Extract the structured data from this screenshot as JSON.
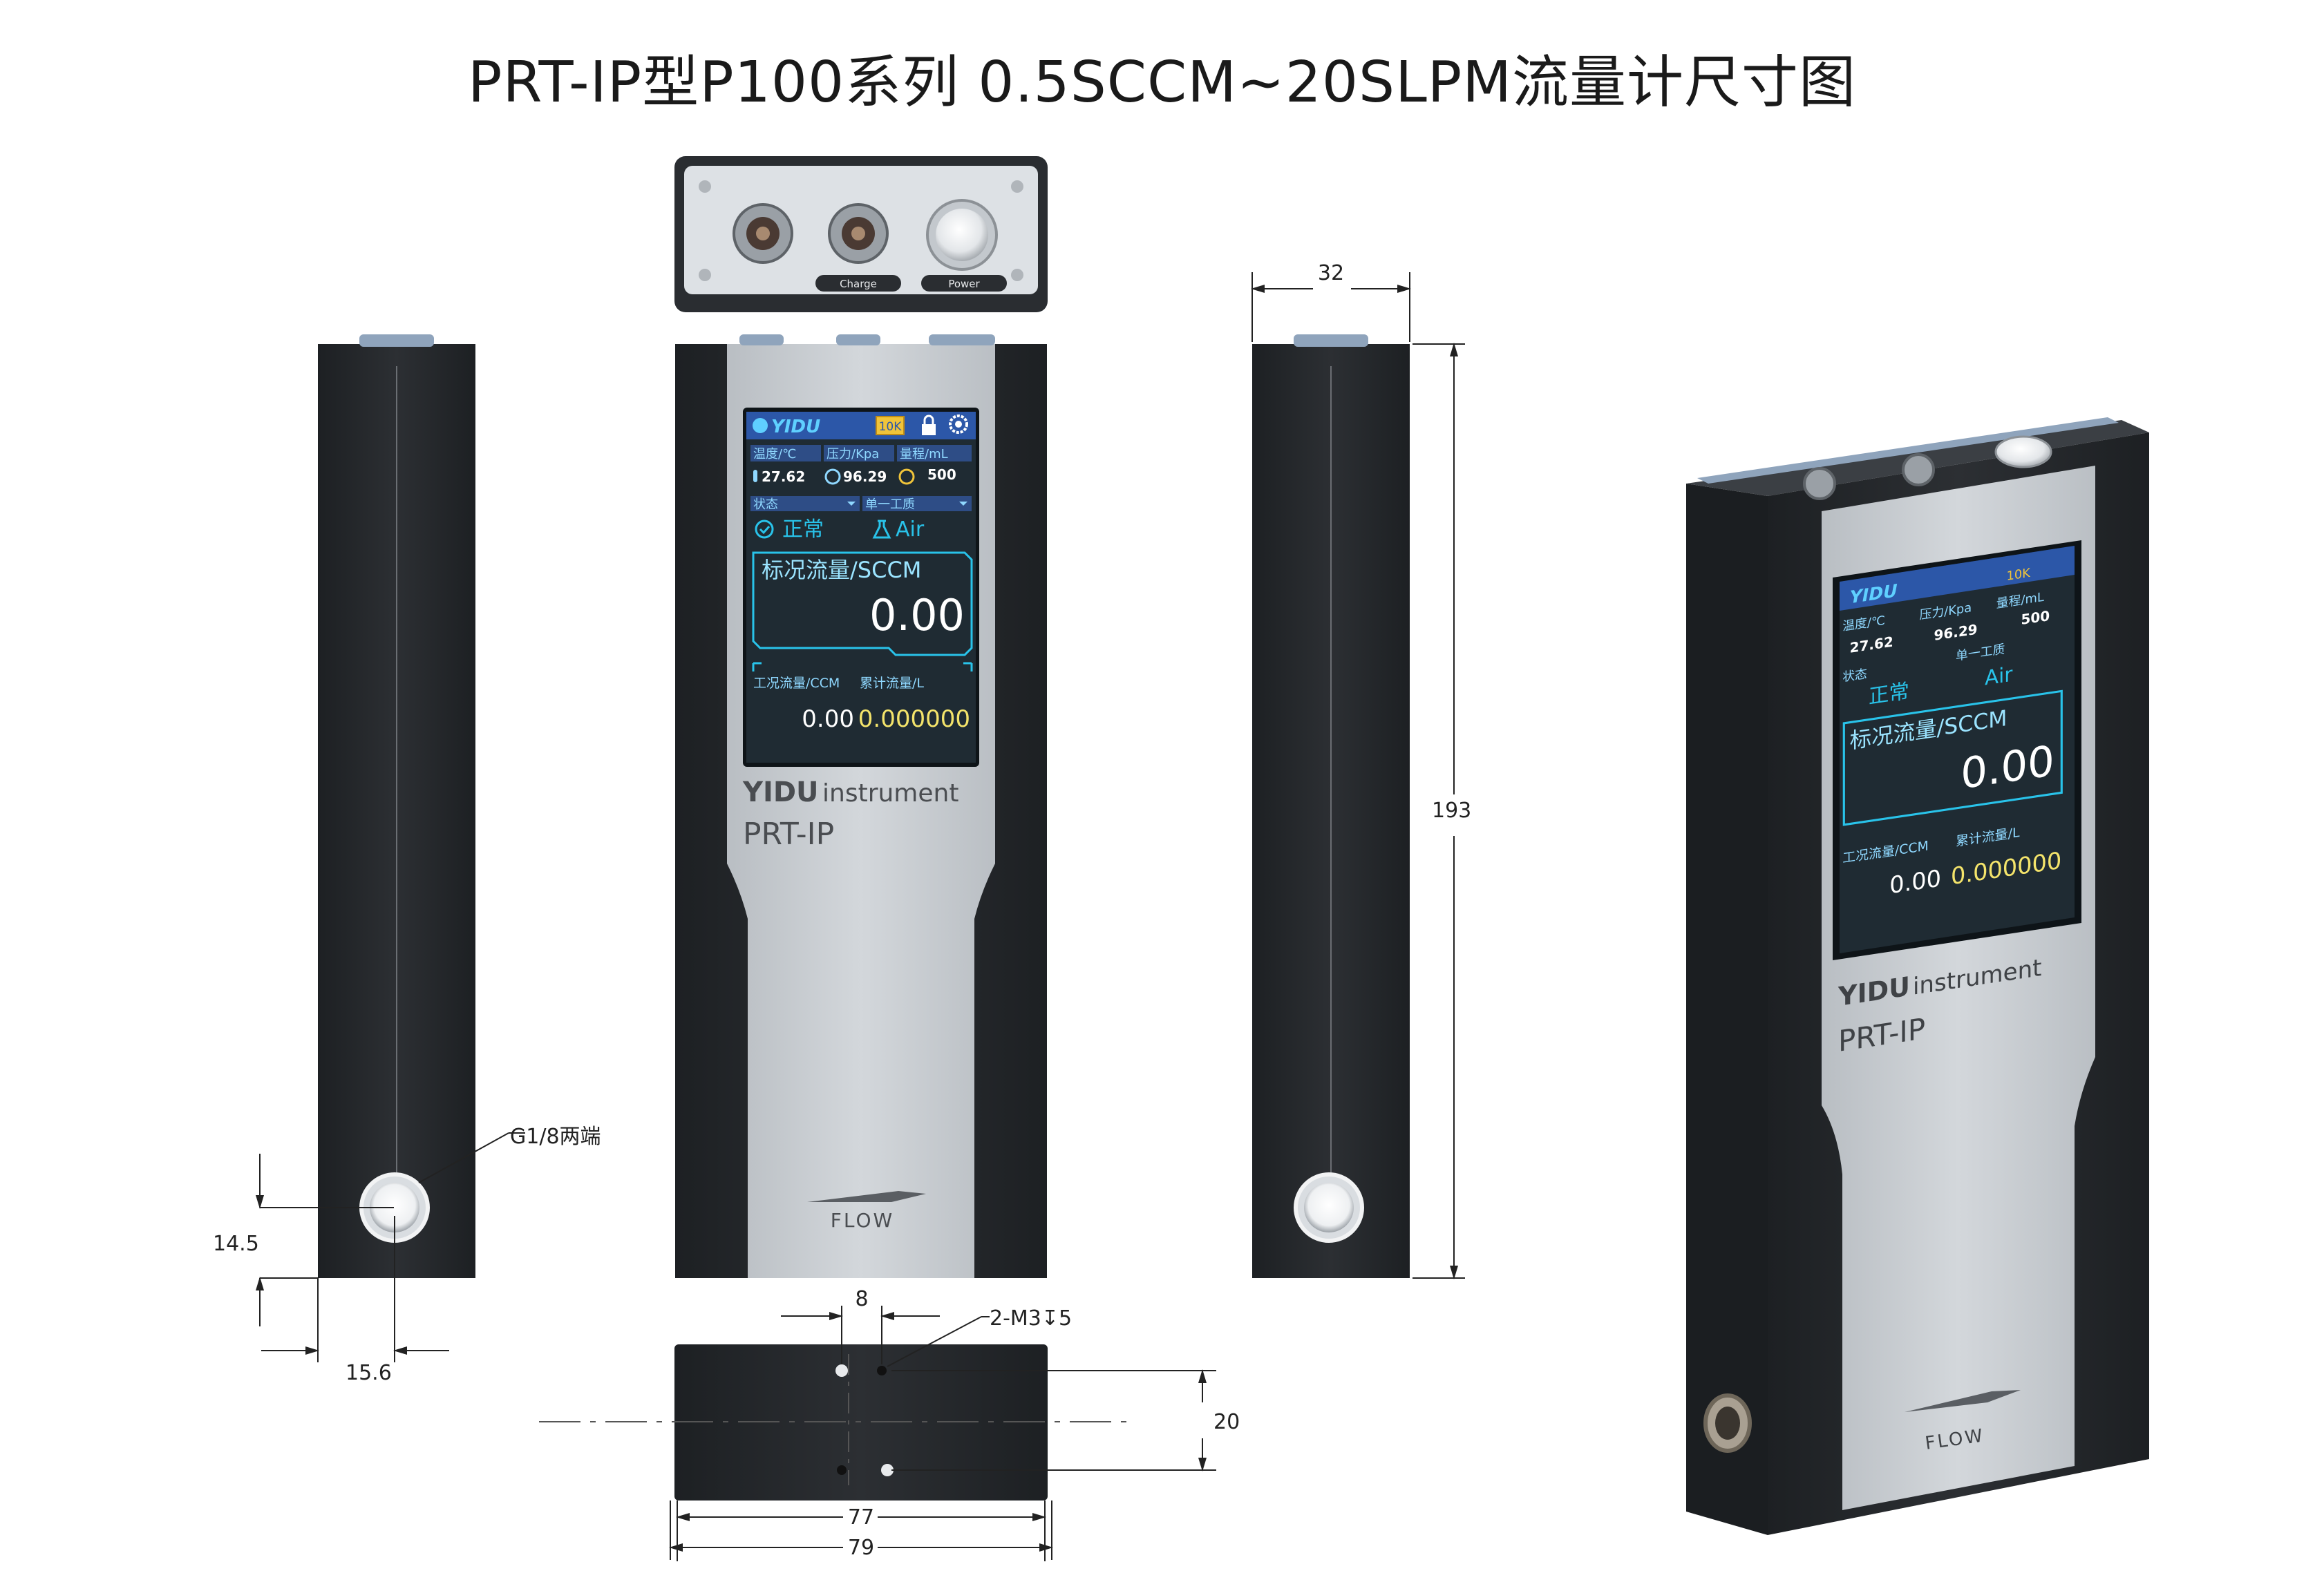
{
  "title": "PRT-IP型P100系列 0.5SCCM~20SLPM流量计尺寸图",
  "connector_labels": {
    "charge": "Charge",
    "power": "Power"
  },
  "port_callout": "G1/8两端",
  "thread_callout": "2-M3↧5",
  "dimensions": {
    "width_side": "32",
    "height": "193",
    "port_height": "14.5",
    "port_offset": "15.6",
    "hole_spacing": "8",
    "hole_pitch": "20",
    "inner_length": "77",
    "overall_length": "79"
  },
  "screen": {
    "brand": "YIDU",
    "badge": "10K",
    "temp_label": "温度/℃",
    "pressure_label": "压力/Kpa",
    "range_label": "量程/mL",
    "temp_value": "27.62",
    "pressure_value": "96.29",
    "range_value": "500",
    "state_label": "状态",
    "mode_label": "单一工质",
    "state_value": "正常",
    "gas_value": "Air",
    "main_label": "标况流量/SCCM",
    "main_value": "0.00",
    "working_label": "工况流量/CCM",
    "total_label": "累计流量/L",
    "working_value": "0.00",
    "total_value": "0.000000"
  },
  "device": {
    "brand_bold": "YIDU",
    "brand_light": "instrument",
    "model": "PRT-IP",
    "flow_mark": "FLOW"
  },
  "colors": {
    "body": "#25282b",
    "panel": "#c7ccd1",
    "screen_bg": "#1f2b33",
    "screen_header": "#2c57a8",
    "accent_cyan": "#29c3ea",
    "accent_yellow": "#f4e46b"
  }
}
